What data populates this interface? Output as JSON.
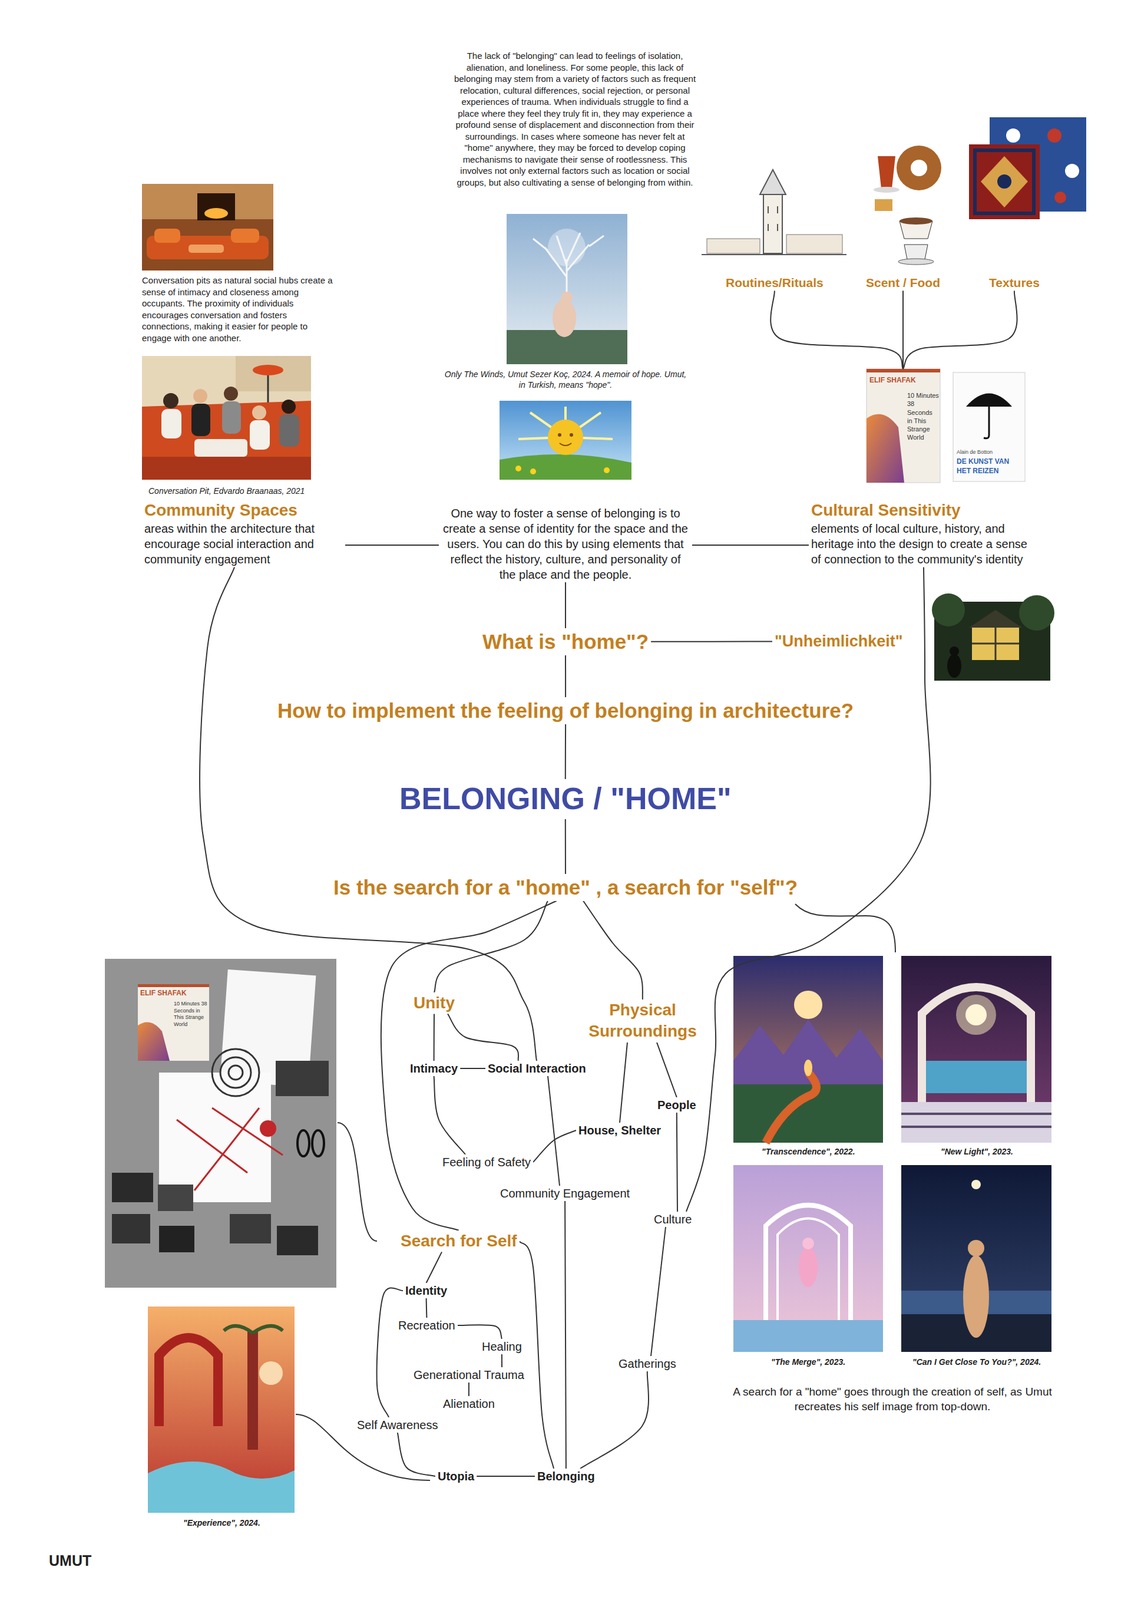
{
  "diagram": {
    "nodes": [
      {
        "text": [
          "Community Spaces",
          "areas within the architecture that encourage social interaction and community engagement"
        ]
      },
      {
        "text": [
          "One way to foster a sense of belonging is to create a sense of identity for the space and the users. You can do this by using elements that reflect the history, culture, and personality of the place and the people."
        ]
      },
      {
        "text": [
          "Cultural Sensitivity",
          "elements of local culture, history, and heritage into the design to create a sense of connection to the community's identity"
        ]
      },
      {
        "text": [
          "Routines/Rituals"
        ]
      },
      {
        "text": [
          "Scent / Food"
        ]
      },
      {
        "text": [
          "Textures"
        ]
      },
      {
        "text": [
          "What is \"home\"?"
        ]
      },
      {
        "text": [
          "\"Unheimlichkeit\""
        ]
      },
      {
        "text": [
          "How to implement the feeling of belonging in architecture?"
        ]
      },
      {
        "text": [
          "BELONGING / \"HOME\""
        ]
      },
      {
        "text": [
          "Is the search for a \"home\" , a search for \"self\"?"
        ]
      },
      {
        "text": [
          "Unity"
        ]
      },
      {
        "text": [
          "Physical Surroundings"
        ]
      },
      {
        "text": [
          "Intimacy"
        ]
      },
      {
        "text": [
          "Social Interaction"
        ]
      },
      {
        "text": [
          "People"
        ]
      },
      {
        "text": [
          "House, Shelter"
        ]
      },
      {
        "text": [
          "Feeling of Safety"
        ]
      },
      {
        "text": [
          "Community Engagement"
        ]
      },
      {
        "text": [
          "Culture"
        ]
      },
      {
        "text": [
          "Search for Self"
        ]
      },
      {
        "text": [
          "Identity"
        ]
      },
      {
        "text": [
          "Recreation"
        ]
      },
      {
        "text": [
          "Healing"
        ]
      },
      {
        "text": [
          "Generational Trauma"
        ]
      },
      {
        "text": [
          "Alienation"
        ]
      },
      {
        "text": [
          "Gatherings"
        ]
      },
      {
        "text": [
          "Self Awareness"
        ]
      },
      {
        "text": [
          "Utopia"
        ]
      },
      {
        "text": [
          "Belonging"
        ]
      }
    ],
    "edges": [
      {
        "from": 0,
        "to": 1,
        "arrow": "none"
      },
      {
        "from": 1,
        "to": 2,
        "arrow": "none"
      },
      {
        "from": 3,
        "to": 2,
        "arrow": "none"
      },
      {
        "from": 4,
        "to": 2,
        "arrow": "none"
      },
      {
        "from": 5,
        "to": 2,
        "arrow": "none"
      },
      {
        "from": 1,
        "to": 6,
        "arrow": "none"
      },
      {
        "from": 6,
        "to": 7,
        "arrow": "none"
      },
      {
        "from": 6,
        "to": 8,
        "arrow": "none"
      },
      {
        "from": 8,
        "to": 9,
        "arrow": "none"
      },
      {
        "from": 9,
        "to": 10,
        "arrow": "none"
      },
      {
        "from": 2,
        "to": 19,
        "arrow": "none"
      },
      {
        "from": 0,
        "to": 14,
        "arrow": "none"
      },
      {
        "from": 10,
        "to": 11,
        "arrow": "none"
      },
      {
        "from": 10,
        "to": 12,
        "arrow": "none"
      },
      {
        "from": 10,
        "to": 20,
        "arrow": "none"
      },
      {
        "from": 11,
        "to": 13,
        "arrow": "none"
      },
      {
        "from": 11,
        "to": 14,
        "arrow": "none"
      },
      {
        "from": 13,
        "to": 14,
        "arrow": "none"
      },
      {
        "from": 12,
        "to": 15,
        "arrow": "none"
      },
      {
        "from": 12,
        "to": 16,
        "arrow": "none"
      },
      {
        "from": 13,
        "to": 17,
        "arrow": "none"
      },
      {
        "from": 16,
        "to": 17,
        "arrow": "none"
      },
      {
        "from": 14,
        "to": 18,
        "arrow": "none"
      },
      {
        "from": 15,
        "to": 19,
        "arrow": "none"
      },
      {
        "from": 18,
        "to": 29,
        "arrow": "none"
      },
      {
        "from": 19,
        "to": 26,
        "arrow": "none"
      },
      {
        "from": 26,
        "to": 29,
        "arrow": "none"
      },
      {
        "from": 20,
        "to": 21,
        "arrow": "none"
      },
      {
        "from": 21,
        "to": 22,
        "arrow": "none"
      },
      {
        "from": 22,
        "to": 23,
        "arrow": "none"
      },
      {
        "from": 23,
        "to": 24,
        "arrow": "none"
      },
      {
        "from": 24,
        "to": 25,
        "arrow": "none"
      },
      {
        "from": 21,
        "to": 27,
        "arrow": "none"
      },
      {
        "from": 27,
        "to": 28,
        "arrow": "none"
      },
      {
        "from": 28,
        "to": 29,
        "arrow": "none"
      },
      {
        "from": 20,
        "to": 29,
        "arrow": "none"
      }
    ],
    "labels": [
      "The lack of \"belonging\" can lead to feelings of isolation, alienation, and loneliness. For some people, this lack of belonging may stem from a variety of factors such as frequent relocation, cultural differences, social rejection, or personal experiences of trauma. When individuals struggle to find a place where they feel they truly fit in, they may experience a profound sense of displacement and disconnection from their surroundings. In cases where someone has never felt at \"home\" anywhere, they may be forced to develop coping mechanisms to navigate their sense of rootlessness. This involves not only external factors such as location or social groups, but also cultivating a sense of belonging from within.",
      "Only The Winds, Umut Sezer Koç, 2024. A memoir of hope. Umut, in Turkish, means \"hope\".",
      "Conversation pits as natural social hubs create a sense of intimacy and closeness among occupants. The proximity of individuals encourages conversation and fosters connections, making it easier for people to engage with one another.",
      "Conversation Pit, Edvardo Braanaas, 2021",
      "ELIF SHAFAK",
      "10 Minutes 38 Seconds in This Strange World",
      "Alain de Botton",
      "DE KUNST VAN HET REIZEN",
      "ELIF SHAFAK",
      "10 Minutes 38 Seconds in This Strange World",
      "\"Transcendence\", 2022.",
      "\"New Light\", 2023.",
      "\"The Merge\", 2023.",
      "\"Can I Get Close To You?\", 2024.",
      "A search for a \"home\" goes through the creation of self, as Umut recreates his self image from top-down.",
      "\"Experience\", 2024.",
      "UMUT"
    ]
  }
}
